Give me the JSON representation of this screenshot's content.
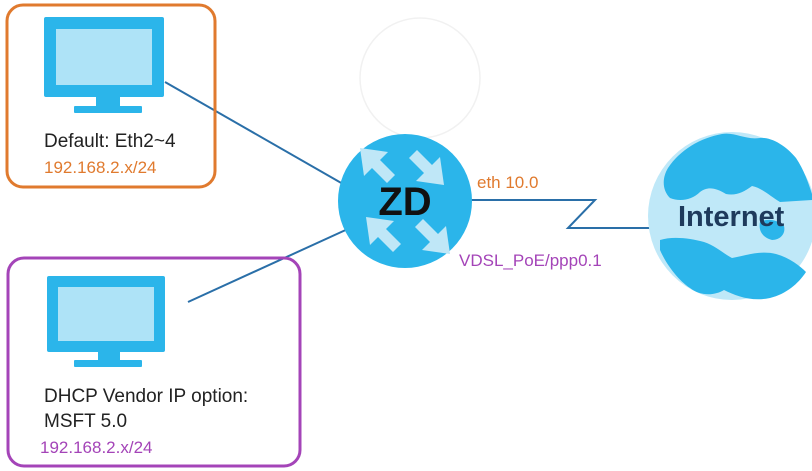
{
  "lan_group_1": {
    "label": "Default: Eth2~4",
    "subnet": "192.168.2.x/24",
    "border_color": "#e07a2e",
    "icon": "monitor-icon"
  },
  "lan_group_2": {
    "label_line1": "DHCP Vendor IP option:",
    "label_line2": "MSFT 5.0",
    "subnet": "192.168.2.x/24",
    "border_color": "#a444b8",
    "icon": "monitor-icon"
  },
  "router": {
    "label": "ZD",
    "color": "#2bb5ea",
    "icon": "router-arrows-icon"
  },
  "wan_link": {
    "interface_label": "eth 10.0",
    "interface_color": "#e07a2e",
    "connection_label": "VDSL_PoE/ppp0.1",
    "connection_color": "#a444b8"
  },
  "internet": {
    "label": "Internet",
    "icon": "globe-icon"
  },
  "colors": {
    "monitor": "#2bb5ea",
    "monitor_screen": "#aee3f7",
    "link_line": "#2a6fa8",
    "globe_land": "#2bb5ea",
    "globe_ocean": "#bfe8f8"
  }
}
